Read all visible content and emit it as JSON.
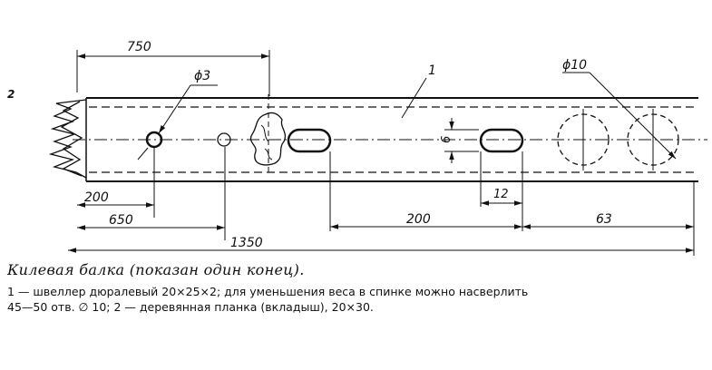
{
  "drawing": {
    "dims": {
      "d750": "750",
      "d200_top": "200",
      "d650": "650",
      "d1350": "1350",
      "d200_mid": "200",
      "d63": "63",
      "d12": "12",
      "d6": "6",
      "phi3": "ϕ3",
      "phi10": "ϕ10"
    },
    "callouts": {
      "part1": "1",
      "part2": "2"
    }
  },
  "caption": {
    "title": "Килевая балка (показан один конец).",
    "line1": "1 — швеллер дюралевый 20×25×2; для уменьшения веса в спинке можно насверлить",
    "line2": "45—50 отв. ∅ 10; 2 — деревянная планка (вкладыш), 20×30."
  }
}
